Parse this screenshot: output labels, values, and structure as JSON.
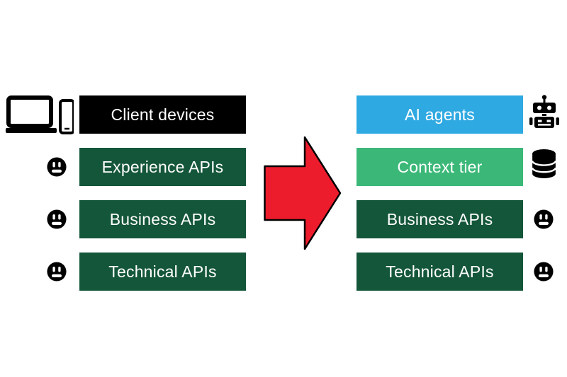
{
  "diagram": {
    "title": "API stack transformation diagram",
    "arrow": {
      "direction": "right",
      "fill": "#ED1C2C",
      "stroke": "#000000"
    },
    "left": {
      "rows": [
        {
          "label": "Client devices",
          "bg": "#000000",
          "icon": "laptop-phone-icon"
        },
        {
          "label": "Experience APIs",
          "bg": "#14563A",
          "icon": "power-outlet-icon"
        },
        {
          "label": "Business APIs",
          "bg": "#14563A",
          "icon": "power-outlet-icon"
        },
        {
          "label": "Technical APIs",
          "bg": "#14563A",
          "icon": "power-outlet-icon"
        }
      ]
    },
    "right": {
      "rows": [
        {
          "label": "AI agents",
          "bg": "#2FA9E1",
          "icon": "robot-icon"
        },
        {
          "label": "Context tier",
          "bg": "#3BB878",
          "icon": "database-icon"
        },
        {
          "label": "Business APIs",
          "bg": "#14563A",
          "icon": "power-outlet-icon"
        },
        {
          "label": "Technical APIs",
          "bg": "#14563A",
          "icon": "power-outlet-icon"
        }
      ]
    },
    "colors": {
      "background": "#ffffff",
      "dark_green": "#14563A",
      "context_green": "#3BB878",
      "agent_blue": "#2FA9E1",
      "arrow_red": "#ED1C2C",
      "text": "#ffffff"
    }
  }
}
